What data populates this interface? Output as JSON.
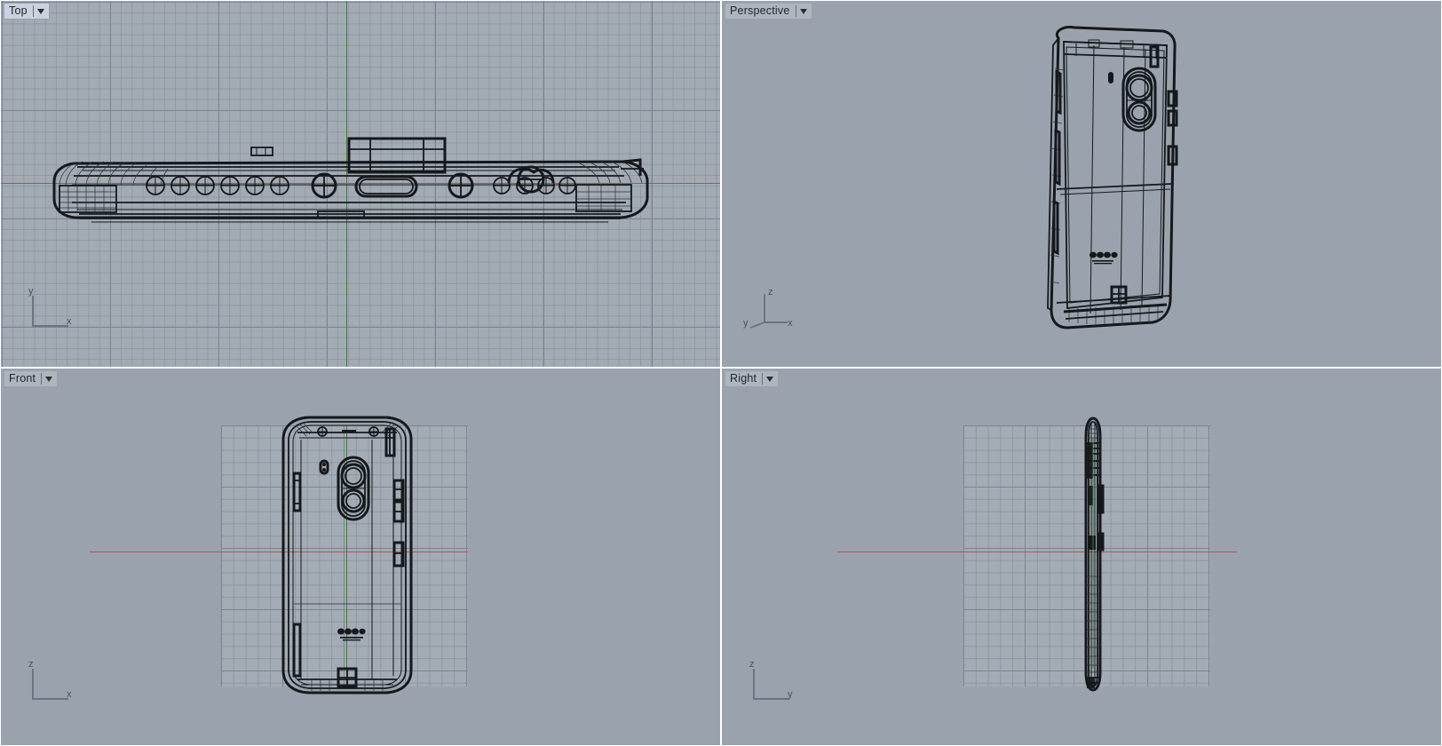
{
  "app": {
    "kind": "cad-modeler",
    "layout": "four-viewport"
  },
  "viewports": [
    {
      "id": "top",
      "label": "Top",
      "active": true,
      "dropdown_icon": "chevron-down-icon",
      "grid": "construction-plane-grid",
      "axes": {
        "horizontal": "x",
        "vertical": "y",
        "origin_visible": true
      },
      "axis_colors": {
        "x": "#b4514f",
        "y": "#3f7a3f"
      },
      "content": "phone-bottom-edge-wireframe"
    },
    {
      "id": "perspective",
      "label": "Perspective",
      "active": false,
      "dropdown_icon": "chevron-down-icon",
      "grid": "none",
      "axes": {
        "up": "z",
        "left": "y",
        "right": "x",
        "origin_visible": false
      },
      "content": "phone-back-shell-perspective-wireframe"
    },
    {
      "id": "front",
      "label": "Front",
      "active": false,
      "dropdown_icon": "chevron-down-icon",
      "grid": "construction-plane-grid",
      "axes": {
        "horizontal": "x",
        "vertical": "z",
        "origin_visible": true
      },
      "axis_colors": {
        "x": "#b4514f",
        "z": "#3f7a3f"
      },
      "content": "phone-back-elevation-wireframe"
    },
    {
      "id": "right",
      "label": "Right",
      "active": false,
      "dropdown_icon": "chevron-down-icon",
      "grid": "construction-plane-grid",
      "axes": {
        "horizontal": "y",
        "vertical": "z",
        "origin_visible": true
      },
      "axis_colors": {
        "y": "#b4514f",
        "z": "#3f7a3f"
      },
      "content": "phone-side-profile-wireframe"
    }
  ],
  "colors": {
    "viewport_background": "#9aa3ad",
    "grid_background": "#a2abb4",
    "grid_minor": "#848e99",
    "grid_major": "#6e7884",
    "wireframe": "#15181c",
    "x_axis": "#b4514f",
    "y_axis": "#3f7a3f",
    "title_active_bg": "#c9d2de",
    "title_inactive_bg": "#aeb5bd",
    "divider": "#ffffff"
  },
  "model": {
    "subject": "smartphone-housing",
    "features": [
      "dual-camera-module",
      "led-flash",
      "speaker-grille",
      "usb-c-port",
      "volume-buttons",
      "power-button",
      "sim-tray",
      "brand-logo"
    ]
  }
}
